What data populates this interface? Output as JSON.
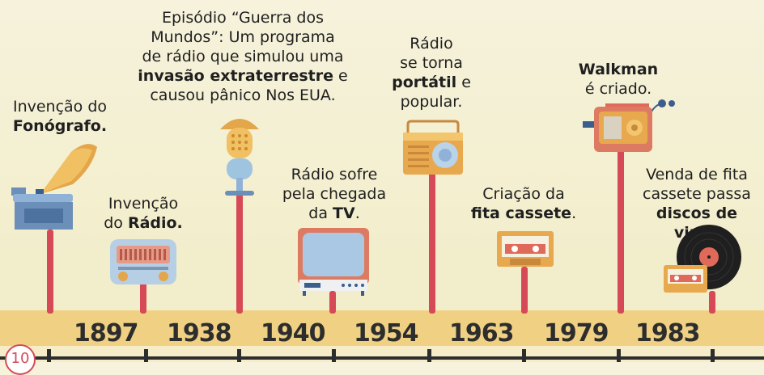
{
  "events": [
    {
      "text1": "Invenção do",
      "bold": "Fonógrafo.",
      "icon": "phonograph-icon"
    },
    {
      "text1": "Invenção",
      "text2a": "do ",
      "bold": "Rádio.",
      "icon": "radio-icon"
    },
    {
      "line1": "Episódio “Guerra dos",
      "line2": "Mundos”: Um programa",
      "line3": "de rádio que simulou uma",
      "bold": "invasão extraterrestre",
      "after": " e",
      "line5": "causou pânico Nos EUA.",
      "icon": "microphone-icon"
    },
    {
      "line1": "Rádio sofre",
      "line2": "pela chegada",
      "line3a": "da ",
      "bold": "TV",
      "after": ".",
      "icon": "television-icon"
    },
    {
      "line1": "Rádio",
      "line2": "se torna",
      "bold": "portátil",
      "after": " e",
      "line4": "popular.",
      "icon": "portable-radio-icon"
    },
    {
      "line1": "Criação da",
      "bold": "fita cassete",
      "after": ".",
      "icon": "cassette-icon"
    },
    {
      "bold": "Walkman",
      "line2": "é criado.",
      "icon": "walkman-icon"
    },
    {
      "line1": "Venda de fita",
      "line2": "cassete passa",
      "bold": "discos de vinis",
      "after": ".",
      "icon": "vinyl-record-icon"
    }
  ],
  "years": [
    "1897",
    "1938",
    "1940",
    "1954",
    "1963",
    "1979",
    "1983"
  ],
  "page_number": "10",
  "colors": {
    "stem": "#d64a57",
    "band": "#f0d184",
    "accent": "#1f4a86"
  }
}
